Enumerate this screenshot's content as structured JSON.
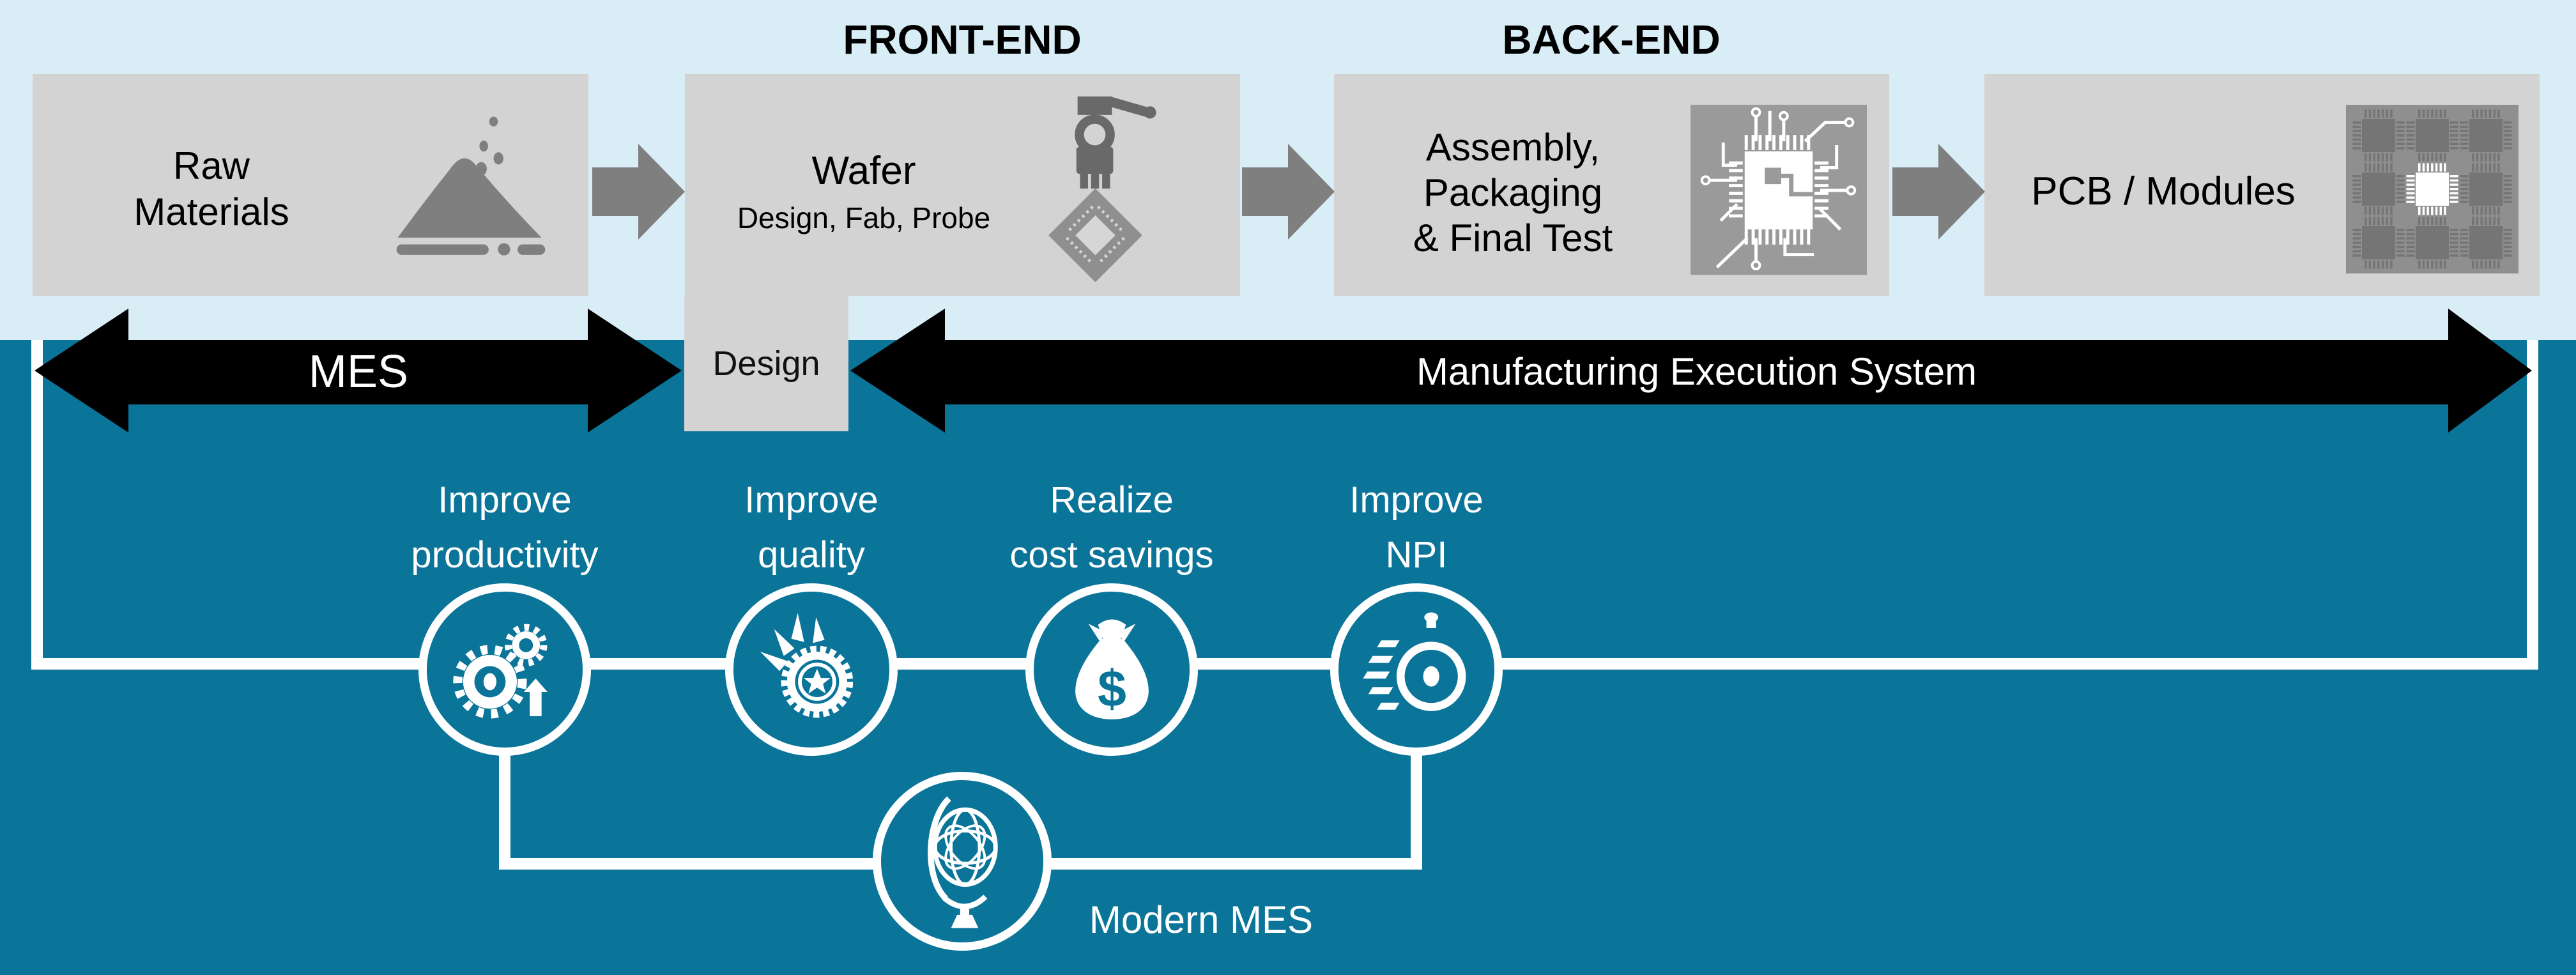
{
  "palette": {
    "background_top": "#d9edf6",
    "background_bottom": "#0a7499",
    "box_gray": "#d3d3d3",
    "arrow_gray": "#7f7f7f",
    "mes_arrow_black": "#000000",
    "line_white": "#ffffff",
    "text_black": "#000000"
  },
  "sections": {
    "front_end": "FRONT-END",
    "back_end": "BACK-END"
  },
  "stages": [
    {
      "line1": "Raw",
      "line2": "Materials",
      "icon": "sand-pile"
    },
    {
      "title": "Wafer",
      "subtitle": "Design, Fab, Probe",
      "icon": "robot-arm-wafer"
    },
    {
      "line1": "Assembly,",
      "line2": "Packaging",
      "line3": "& Final Test",
      "icon": "packaged-chip"
    },
    {
      "title": "PCB / Modules",
      "icon": "pcb-module-grid"
    }
  ],
  "design_tab": "Design",
  "mes": {
    "short_label": "MES",
    "long_label": "Manufacturing Execution System"
  },
  "benefits": [
    {
      "line1": "Improve",
      "line2": "productivity",
      "icon": "gears"
    },
    {
      "line1": "Improve",
      "line2": "quality",
      "icon": "quality-badge"
    },
    {
      "line1": "Realize",
      "line2": "cost savings",
      "icon": "money-bag"
    },
    {
      "line1": "Improve",
      "line2": "NPI",
      "icon": "stopwatch"
    }
  ],
  "modern_mes_label": "Modern MES"
}
